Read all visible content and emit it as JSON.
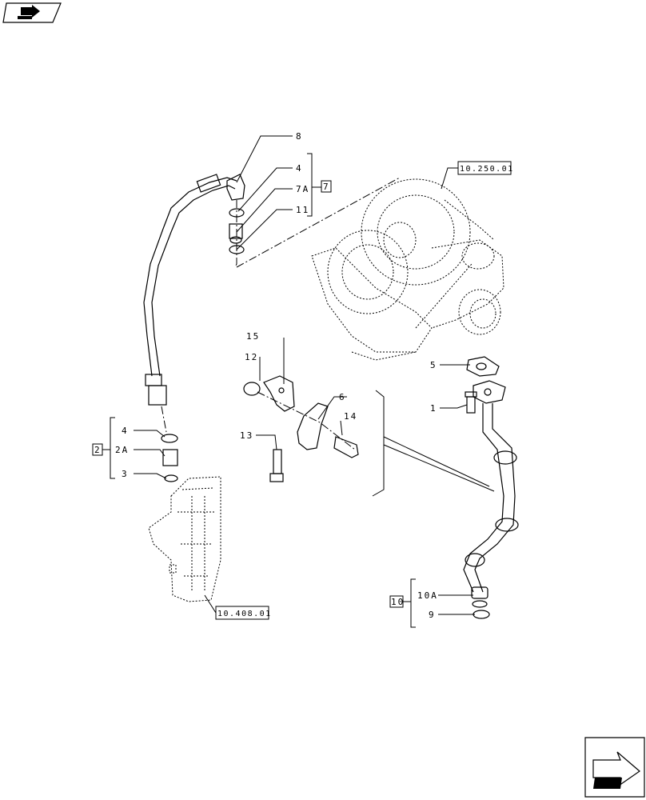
{
  "callouts": {
    "c8": "8",
    "c4_top": "4",
    "c7A": "7A",
    "c11": "11",
    "c7_box": "7",
    "c15": "15",
    "c12": "12",
    "c6": "6",
    "c14": "14",
    "c13": "13",
    "c4_left": "4",
    "c2A": "2A",
    "c3": "3",
    "c2_box": "2",
    "c5": "5",
    "c1": "1",
    "c10A": "10A",
    "c9": "9",
    "c10_box": "10"
  },
  "references": {
    "turbo": "10.250.01",
    "pump": "10.408.01"
  },
  "icons": {
    "top_left": "book-arrow-icon",
    "bottom_right": "next-page-arrow-icon"
  }
}
